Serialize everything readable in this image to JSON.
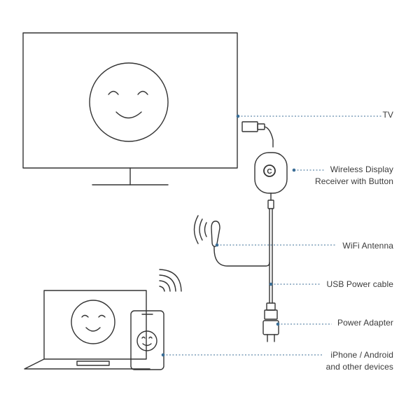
{
  "labels": {
    "tv": "TV",
    "receiver_line1": "Wireless Display",
    "receiver_line2": "Receiver with Button",
    "antenna": "WiFi Antenna",
    "usb_cable": "USB Power cable",
    "power_adapter": "Power Adapter",
    "devices_line1": "iPhone / Android",
    "devices_line2": "and other devices"
  },
  "receiver_button_letter": "C",
  "colors": {
    "line": "#333333",
    "leader_dots": "#3b6e96",
    "text": "#3a3a3a",
    "background": "#ffffff"
  },
  "icons": [
    "tv-icon",
    "smiley-face-icon",
    "wireless-receiver-icon",
    "wifi-antenna-icon",
    "usb-plug-icon",
    "power-adapter-icon",
    "laptop-icon",
    "phone-icon",
    "wifi-signal-icon"
  ]
}
